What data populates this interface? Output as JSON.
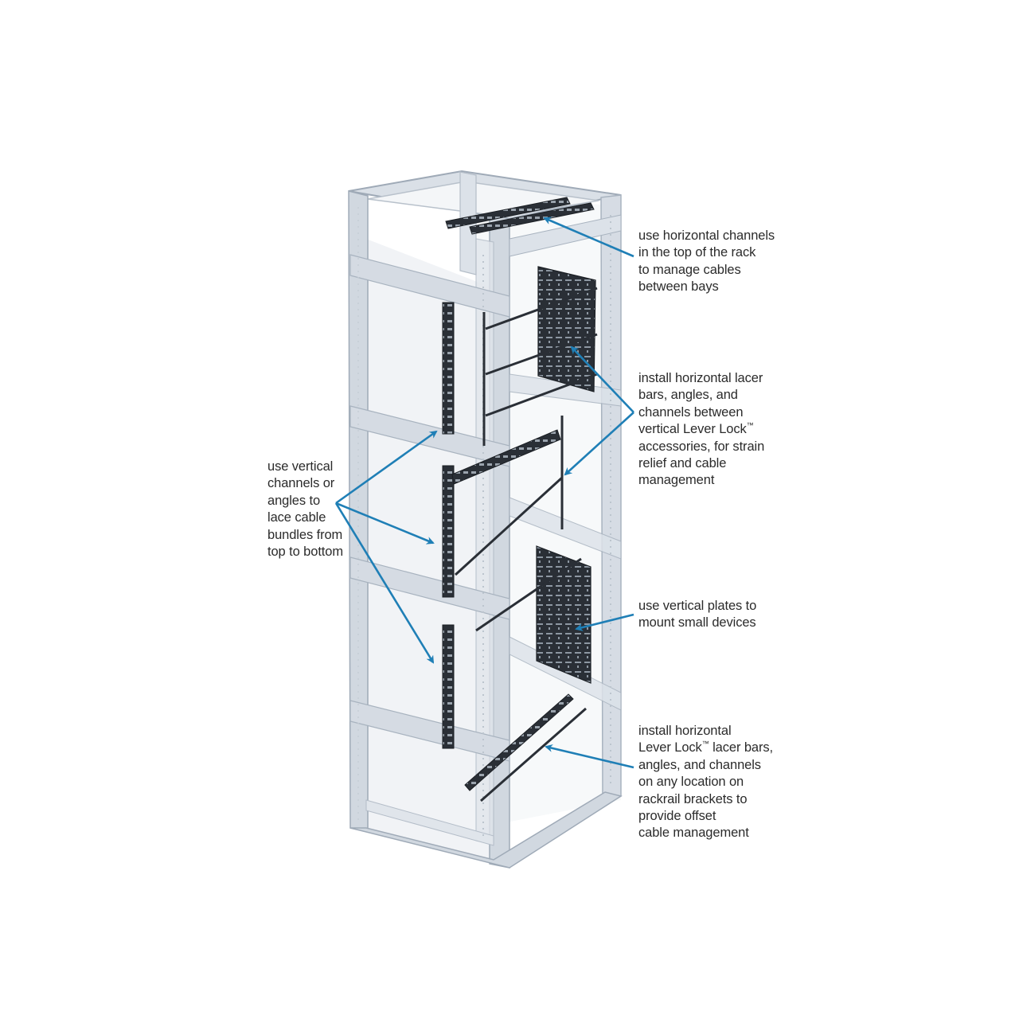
{
  "colors": {
    "arrow": "#1f7fb6",
    "frame": "#cfd6df",
    "frame_edge": "#9aa6b4",
    "panel": "#e3e8ee",
    "accessory": "#2a2f36",
    "text": "#2b2b2b"
  },
  "callouts": {
    "top_channels": {
      "lines": [
        "use horizontal channels",
        "in the top of the rack",
        "to manage cables",
        "between bays"
      ]
    },
    "lacer_bars": {
      "l1": "install horizontal lacer",
      "l2": "bars, angles, and",
      "l3": "channels between",
      "l4": "vertical Lever Lock",
      "l4_mark": "™",
      "l5": "accessories, for strain",
      "l6": "relief and cable",
      "l7": "management"
    },
    "vertical_channels": {
      "lines": [
        "use vertical",
        "channels or",
        "angles to",
        "lace cable",
        "bundles from",
        "top to bottom"
      ]
    },
    "vertical_plates": {
      "lines": [
        "use vertical plates to",
        "mount small devices"
      ]
    },
    "offset_mgmt": {
      "l1": "install horizontal",
      "l2": "Lever Lock",
      "l2_mark": "™",
      "l2_tail": " lacer bars,",
      "l3": "angles, and channels",
      "l4": "on any location on",
      "l5": "rackrail brackets to",
      "l6": "provide offset",
      "l7": "cable management"
    }
  }
}
